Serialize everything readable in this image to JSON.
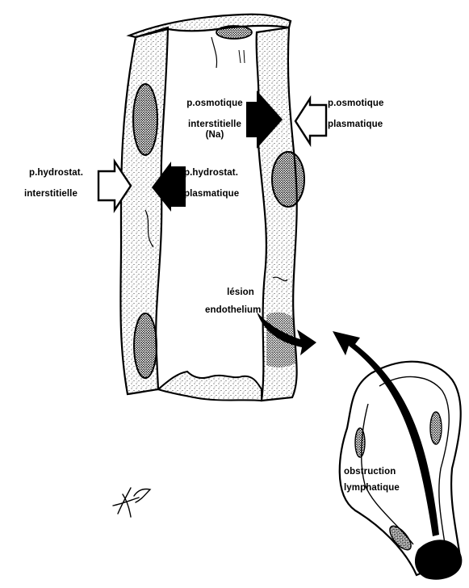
{
  "labels": {
    "osmotic_interstitial_1": "p.osmotique",
    "osmotic_interstitial_2": "interstitielle",
    "osmotic_interstitial_3": "(Na)",
    "osmotic_plasma_1": "p.osmotique",
    "osmotic_plasma_2": "plasmatique",
    "hydrostatic_interstitial_1": "p.hydrostat.",
    "hydrostatic_interstitial_2": "interstitielle",
    "hydrostatic_plasma_1": "p.hydrostat.",
    "hydrostatic_plasma_2": "plasmatique",
    "lesion_1": "lésion",
    "lesion_2": "endothelium",
    "obstruction_1": "obstruction",
    "obstruction_2": "lymphatique"
  },
  "colors": {
    "ink": "#000000",
    "paper": "#ffffff"
  },
  "icons": {
    "signature": "signature-mark"
  }
}
